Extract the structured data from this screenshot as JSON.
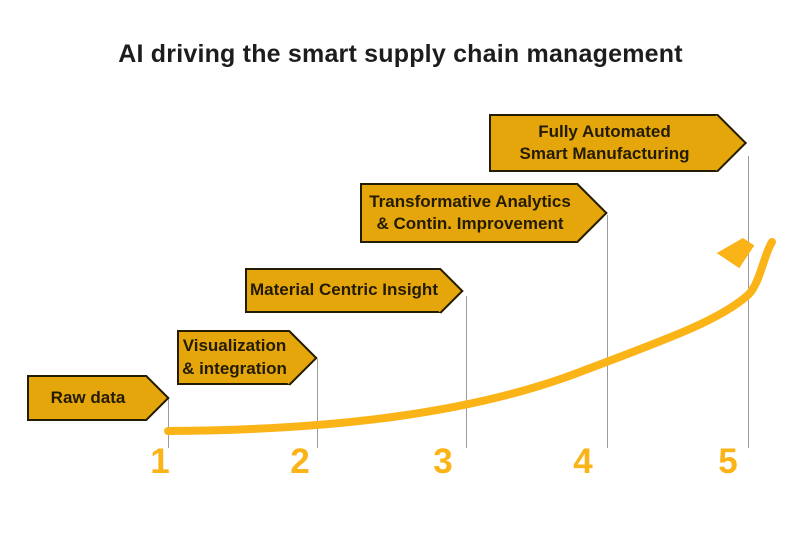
{
  "title": "AI driving the smart supply chain management",
  "stages": [
    {
      "number": "1",
      "label": "Raw data"
    },
    {
      "number": "2",
      "label": "Visualization\n& integration"
    },
    {
      "number": "3",
      "label": "Material Centric Insight"
    },
    {
      "number": "4",
      "label": "Transformative Analytics\n& Contin. Improvement"
    },
    {
      "number": "5",
      "label": "Fully Automated\nSmart Manufacturing"
    }
  ],
  "icons": {
    "growth_arrow": "exponential-growth-arrow"
  },
  "colors": {
    "banner_fill": "#e4a60b",
    "banner_border": "#231c02",
    "banner_text": "#241b03",
    "curve_and_numbers": "#fbb417",
    "tick_line": "#9b9b9b",
    "title_text": "#1d1d1d",
    "background": "#ffffff"
  }
}
